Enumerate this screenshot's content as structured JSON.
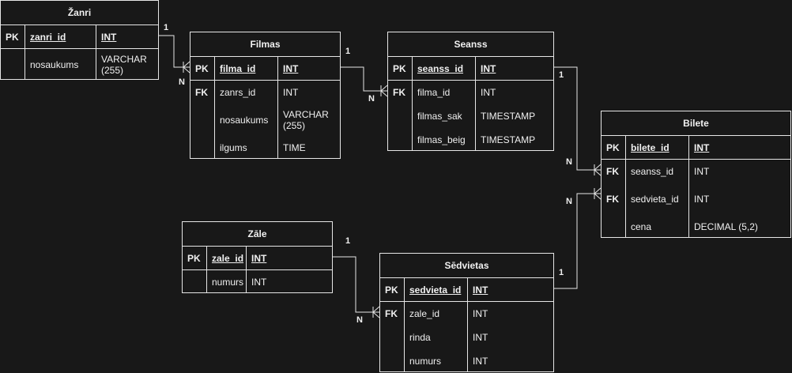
{
  "entities": {
    "zanri": {
      "title": "Žanri",
      "rows": [
        {
          "key": "PK",
          "name": "zanri_id",
          "type": "INT"
        },
        {
          "key": "",
          "name": "nosaukums",
          "type": "VARCHAR (255)"
        }
      ]
    },
    "filmas": {
      "title": "Filmas",
      "rows": [
        {
          "key": "PK",
          "name": "filma_id",
          "type": "INT"
        },
        {
          "key": "FK",
          "name": "zanrs_id",
          "type": "INT"
        },
        {
          "key": "",
          "name": "nosaukums",
          "type": "VARCHAR (255)"
        },
        {
          "key": "",
          "name": "ilgums",
          "type": "TIME"
        }
      ]
    },
    "seanss": {
      "title": "Seanss",
      "rows": [
        {
          "key": "PK",
          "name": "seanss_id",
          "type": "INT"
        },
        {
          "key": "FK",
          "name": "filma_id",
          "type": "INT"
        },
        {
          "key": "",
          "name": "filmas_sak",
          "type": "TIMESTAMP"
        },
        {
          "key": "",
          "name": "filmas_beig",
          "type": "TIMESTAMP"
        }
      ]
    },
    "bilete": {
      "title": "Bilete",
      "rows": [
        {
          "key": "PK",
          "name": "bilete_id",
          "type": "INT"
        },
        {
          "key": "FK",
          "name": "seanss_id",
          "type": "INT"
        },
        {
          "key": "FK",
          "name": "sedvieta_id",
          "type": "INT"
        },
        {
          "key": "",
          "name": "cena",
          "type": "DECIMAL (5,2)"
        }
      ]
    },
    "zale": {
      "title": "Zāle",
      "rows": [
        {
          "key": "PK",
          "name": "zale_id",
          "type": "INT"
        },
        {
          "key": "",
          "name": "numurs",
          "type": "INT"
        }
      ]
    },
    "sedvietas": {
      "title": "Sēdvietas",
      "rows": [
        {
          "key": "PK",
          "name": "sedvieta_id",
          "type": "INT"
        },
        {
          "key": "FK",
          "name": "zale_id",
          "type": "INT"
        },
        {
          "key": "",
          "name": "rinda",
          "type": "INT"
        },
        {
          "key": "",
          "name": "numurs",
          "type": "INT"
        }
      ]
    }
  },
  "relations": [
    {
      "id": "zanri-filmas",
      "one": "1",
      "many": "N"
    },
    {
      "id": "filmas-seanss",
      "one": "1",
      "many": "N"
    },
    {
      "id": "seanss-bilete",
      "one": "1",
      "many": "N"
    },
    {
      "id": "sedvietas-bilete",
      "one": "1",
      "many": "N"
    },
    {
      "id": "zale-sedvietas",
      "one": "1",
      "many": "N"
    }
  ],
  "colors": {
    "background": "#181818",
    "stroke": "#e6e6e6",
    "text": "#f0f0f0"
  }
}
